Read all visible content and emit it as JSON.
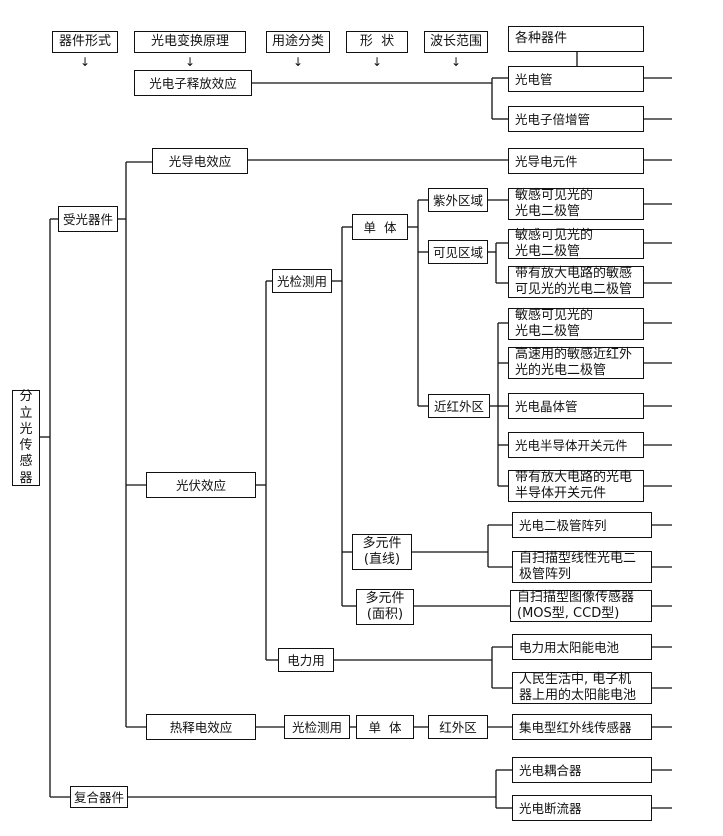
{
  "header": {
    "columns": [
      "器件形式",
      "光电变换原理",
      "用途分类",
      "形  状",
      "波长范围"
    ],
    "devices_header": "各种器件"
  },
  "root": {
    "chars": [
      "分",
      "立",
      "光",
      "传",
      "感",
      "器"
    ]
  },
  "level1": {
    "receiver": "受光器件",
    "composite": "复合器件"
  },
  "effects": {
    "photoemission": "光电子释放效应",
    "photoconductive": "光导电效应",
    "photovoltaic": "光伏效应",
    "pyroelectric": "热释电效应"
  },
  "usage": {
    "detection": "光检测用",
    "power": "电力用",
    "detection2": "光检测用"
  },
  "shape": {
    "single": "单  体",
    "multi_line": [
      "多元件",
      "(直线)"
    ],
    "multi_area": [
      "多元件",
      "(面积)"
    ],
    "single2": "单  体"
  },
  "wavelength": {
    "uv": "紫外区域",
    "visible": "可见区域",
    "nir": "近红外区",
    "ir": "红外区"
  },
  "devices": {
    "phototube": "光电管",
    "pmt": "光电子倍增管",
    "photoconductor": "光导电元件",
    "uv_diode": [
      "敏感可见光的",
      "光电二极管"
    ],
    "vis_diode": [
      "敏感可见光的",
      "光电二极管"
    ],
    "vis_amp": [
      "带有放大电路的敏感",
      "可见光的光电二极管"
    ],
    "nir_diode": [
      "敏感可见光的",
      "光电二极管"
    ],
    "nir_fast": [
      "高速用的敏感近红外",
      "光的光电二极管"
    ],
    "phototransistor": "光电晶体管",
    "semi_switch": "光电半导体开关元件",
    "semi_switch_amp": [
      "带有放大电路的光电",
      "半导体开关元件"
    ],
    "diode_array": "光电二极管阵列",
    "linear_array": [
      "自扫描型线性光电二",
      "极管阵列"
    ],
    "image_sensor": [
      "自扫描型图像传感器",
      "(MOS型, CCD型)"
    ],
    "solar_power": "电力用太阳能电池",
    "solar_consumer": [
      "人民生活中, 电子机",
      "器上用的太阳能电池"
    ],
    "ir_sensor": "集电型红外线传感器",
    "coupler": "光电耦合器",
    "interrupter": "光电断流器"
  },
  "decor": {
    "arrow": "↓"
  }
}
